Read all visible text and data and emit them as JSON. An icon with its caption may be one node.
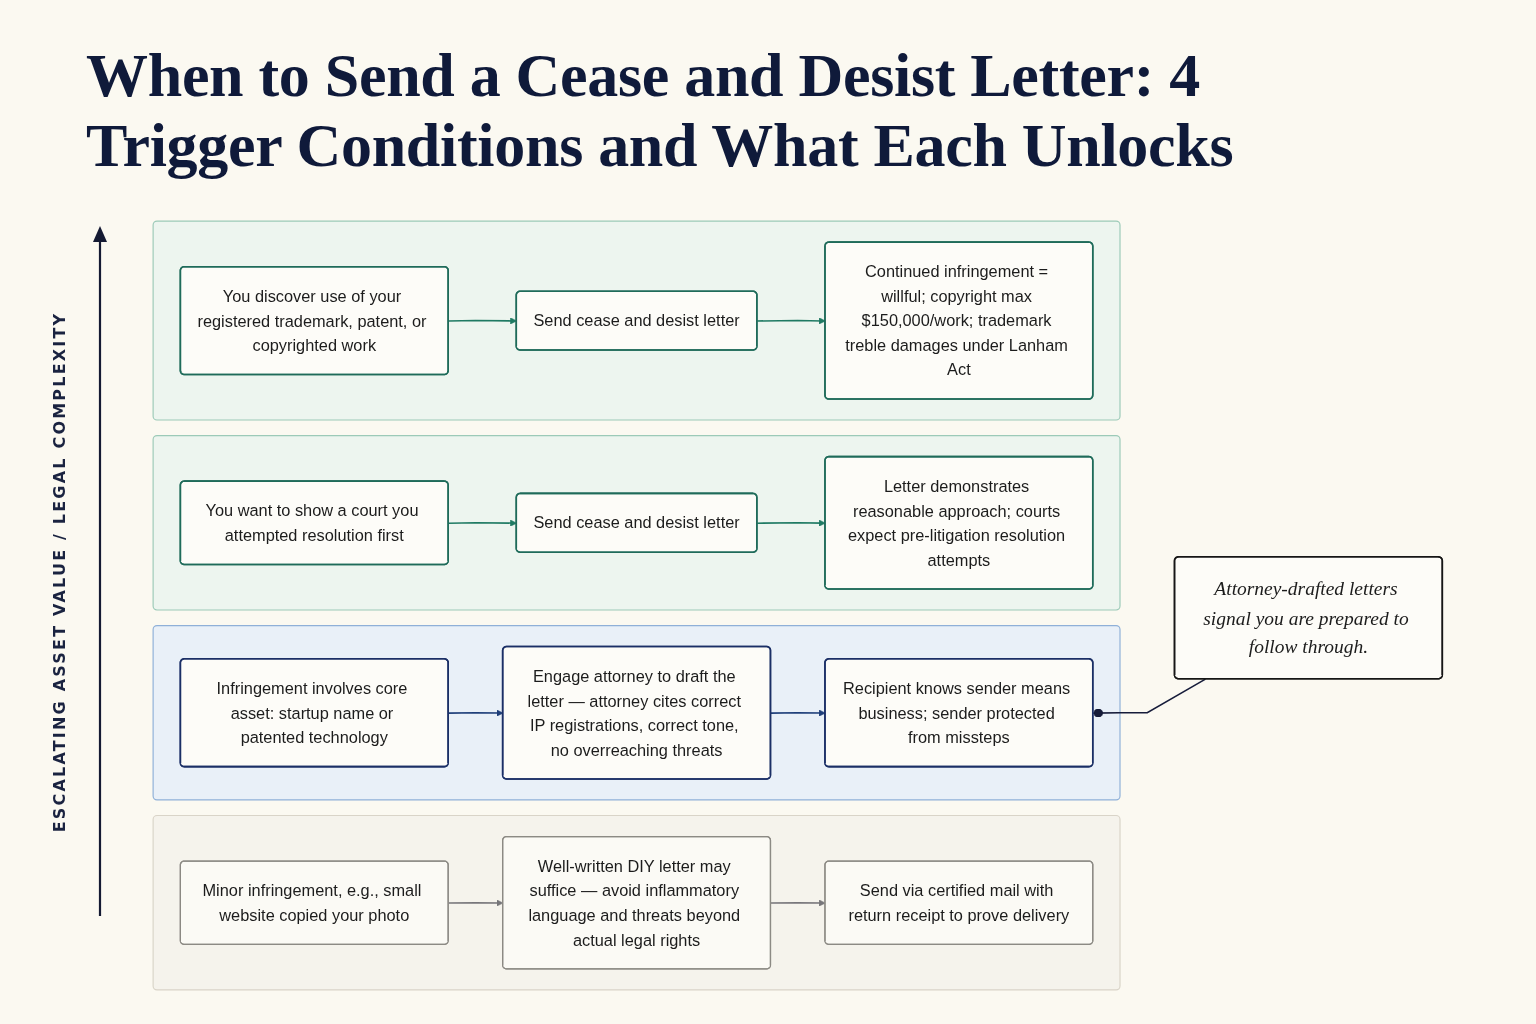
{
  "diagram": {
    "title": "When to Send a Cease and Desist Letter: 4 Trigger Conditions and What Each Unlocks",
    "nodes": [
      {
        "text": [],
        "shape": "box"
      },
      {
        "text": [
          "You discover use of your registered trademark, patent, or copyrighted work"
        ],
        "in": 0
      },
      {
        "text": [
          "Send cease and desist letter"
        ],
        "in": 0
      },
      {
        "text": [
          "Continued infringement = willful; copyright max $150,000/work; trademark treble damages under Lanham Act"
        ],
        "in": 0
      },
      {
        "text": [],
        "shape": "box"
      },
      {
        "text": [
          "You want to show a court you attempted resolution first"
        ],
        "in": 4
      },
      {
        "text": [
          "Send cease and desist letter"
        ],
        "in": 4
      },
      {
        "text": [
          "Letter demonstrates reasonable approach; courts expect pre-litigation resolution attempts"
        ],
        "in": 4
      },
      {
        "text": [],
        "shape": "box"
      },
      {
        "text": [
          "Infringement involves core asset: startup name or patented technology"
        ],
        "in": 8
      },
      {
        "text": [
          "Engage attorney to draft the letter — attorney cites correct IP registrations, correct tone, no overreaching threats"
        ],
        "in": 8
      },
      {
        "text": [
          "Recipient knows sender means business; sender protected from missteps"
        ],
        "in": 8
      },
      {
        "text": [],
        "shape": "box"
      },
      {
        "text": [
          "Minor infringement, e.g., small website copied your photo"
        ],
        "in": 12
      },
      {
        "text": [
          "Well-written DIY letter may suffice — avoid inflammatory language and threats beyond actual legal rights"
        ],
        "in": 12
      },
      {
        "text": [
          "Send via certified mail with return receipt to prove delivery"
        ],
        "in": 12
      },
      {
        "text": [
          "Attorney-drafted letters signal you are prepared to follow through."
        ]
      }
    ],
    "edges": [
      {
        "from": 1,
        "to": 2,
        "arrow": "to"
      },
      {
        "from": 2,
        "to": 3,
        "arrow": "to"
      },
      {
        "from": 5,
        "to": 6,
        "arrow": "to"
      },
      {
        "from": 6,
        "to": 7,
        "arrow": "to"
      },
      {
        "from": 9,
        "to": 10,
        "arrow": "to",
        "color": "#1f3f7a"
      },
      {
        "from": 10,
        "to": 11,
        "arrow": "to",
        "color": "#1f3f7a"
      },
      {
        "from": 13,
        "to": 14,
        "arrow": "to",
        "color": "#77767a"
      },
      {
        "from": 14,
        "to": 15,
        "arrow": "to",
        "color": "#77767a"
      },
      {
        "from": 11,
        "to": 16,
        "arrow": "other",
        "color": "#161c3a"
      }
    ],
    "labels": [
      "ESCALATING ASSET VALUE / LEGAL COMPLEXITY"
    ]
  }
}
